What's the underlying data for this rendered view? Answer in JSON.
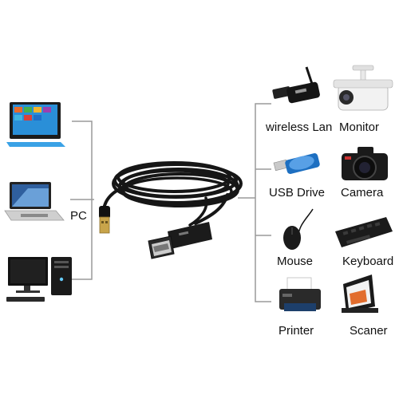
{
  "left_group": {
    "label": "PC",
    "devices": [
      "tablet-icon",
      "laptop-icon",
      "desktop-computer-icon"
    ]
  },
  "peripherals": [
    {
      "label": "wireless Lan",
      "icon": "wireless-adapter-icon"
    },
    {
      "label": "Monitor",
      "icon": "security-camera-icon"
    },
    {
      "label": "USB Drive",
      "icon": "usb-drive-icon"
    },
    {
      "label": "Camera",
      "icon": "camera-icon"
    },
    {
      "label": "Mouse",
      "icon": "mouse-icon"
    },
    {
      "label": "Keyboard",
      "icon": "keyboard-icon"
    },
    {
      "label": "Printer",
      "icon": "printer-icon"
    },
    {
      "label": "Scaner",
      "icon": "scanner-icon"
    }
  ],
  "colors": {
    "connector_line": "#9a9a9a",
    "cable": "#161616",
    "usb_metal": "#c8a44a",
    "tablet_screen": "#2a8fd8",
    "usb_drive_blue": "#1d6fc1"
  }
}
